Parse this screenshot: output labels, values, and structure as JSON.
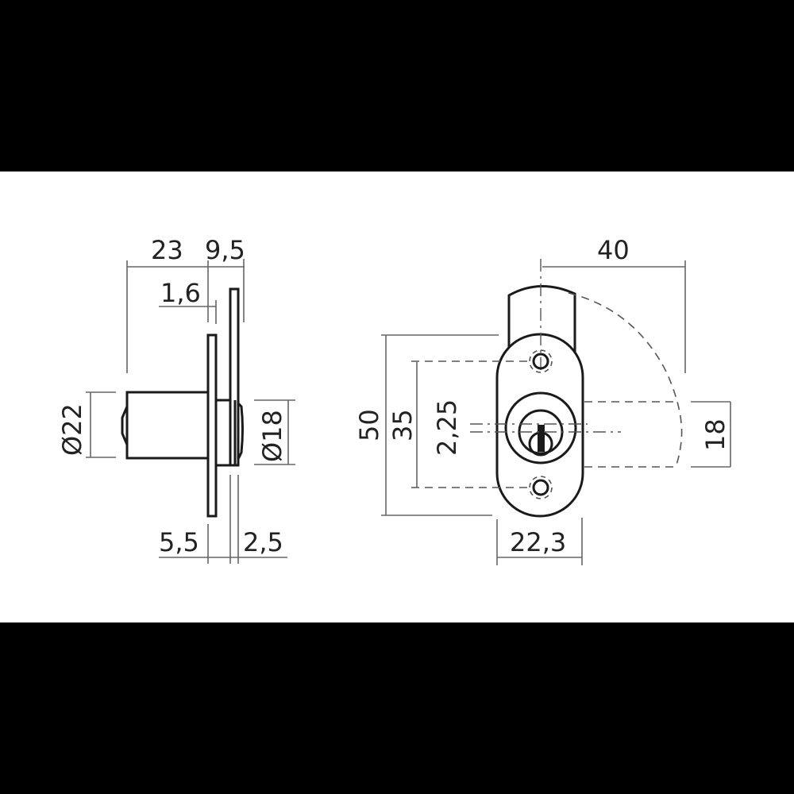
{
  "drawing": {
    "subject": "Cam lock technical drawing",
    "colors": {
      "background_band": "#000000",
      "paper": "#ffffff",
      "object_line": "#1a1a1a",
      "dimension_line": "#666666"
    },
    "side_view": {
      "dimensions": {
        "length_body": "23",
        "length_front": "9,5",
        "flange_thickness": "1,6",
        "body_diameter": "Ø22",
        "front_diameter": "Ø18",
        "offset_bottom": "5,5",
        "plate_thickness": "2,5"
      }
    },
    "front_view": {
      "dimensions": {
        "cam_length": "40",
        "plate_height": "50",
        "hole_spacing": "35",
        "cam_offset": "2,25",
        "cam_width": "18",
        "plate_width": "22,3"
      }
    }
  }
}
